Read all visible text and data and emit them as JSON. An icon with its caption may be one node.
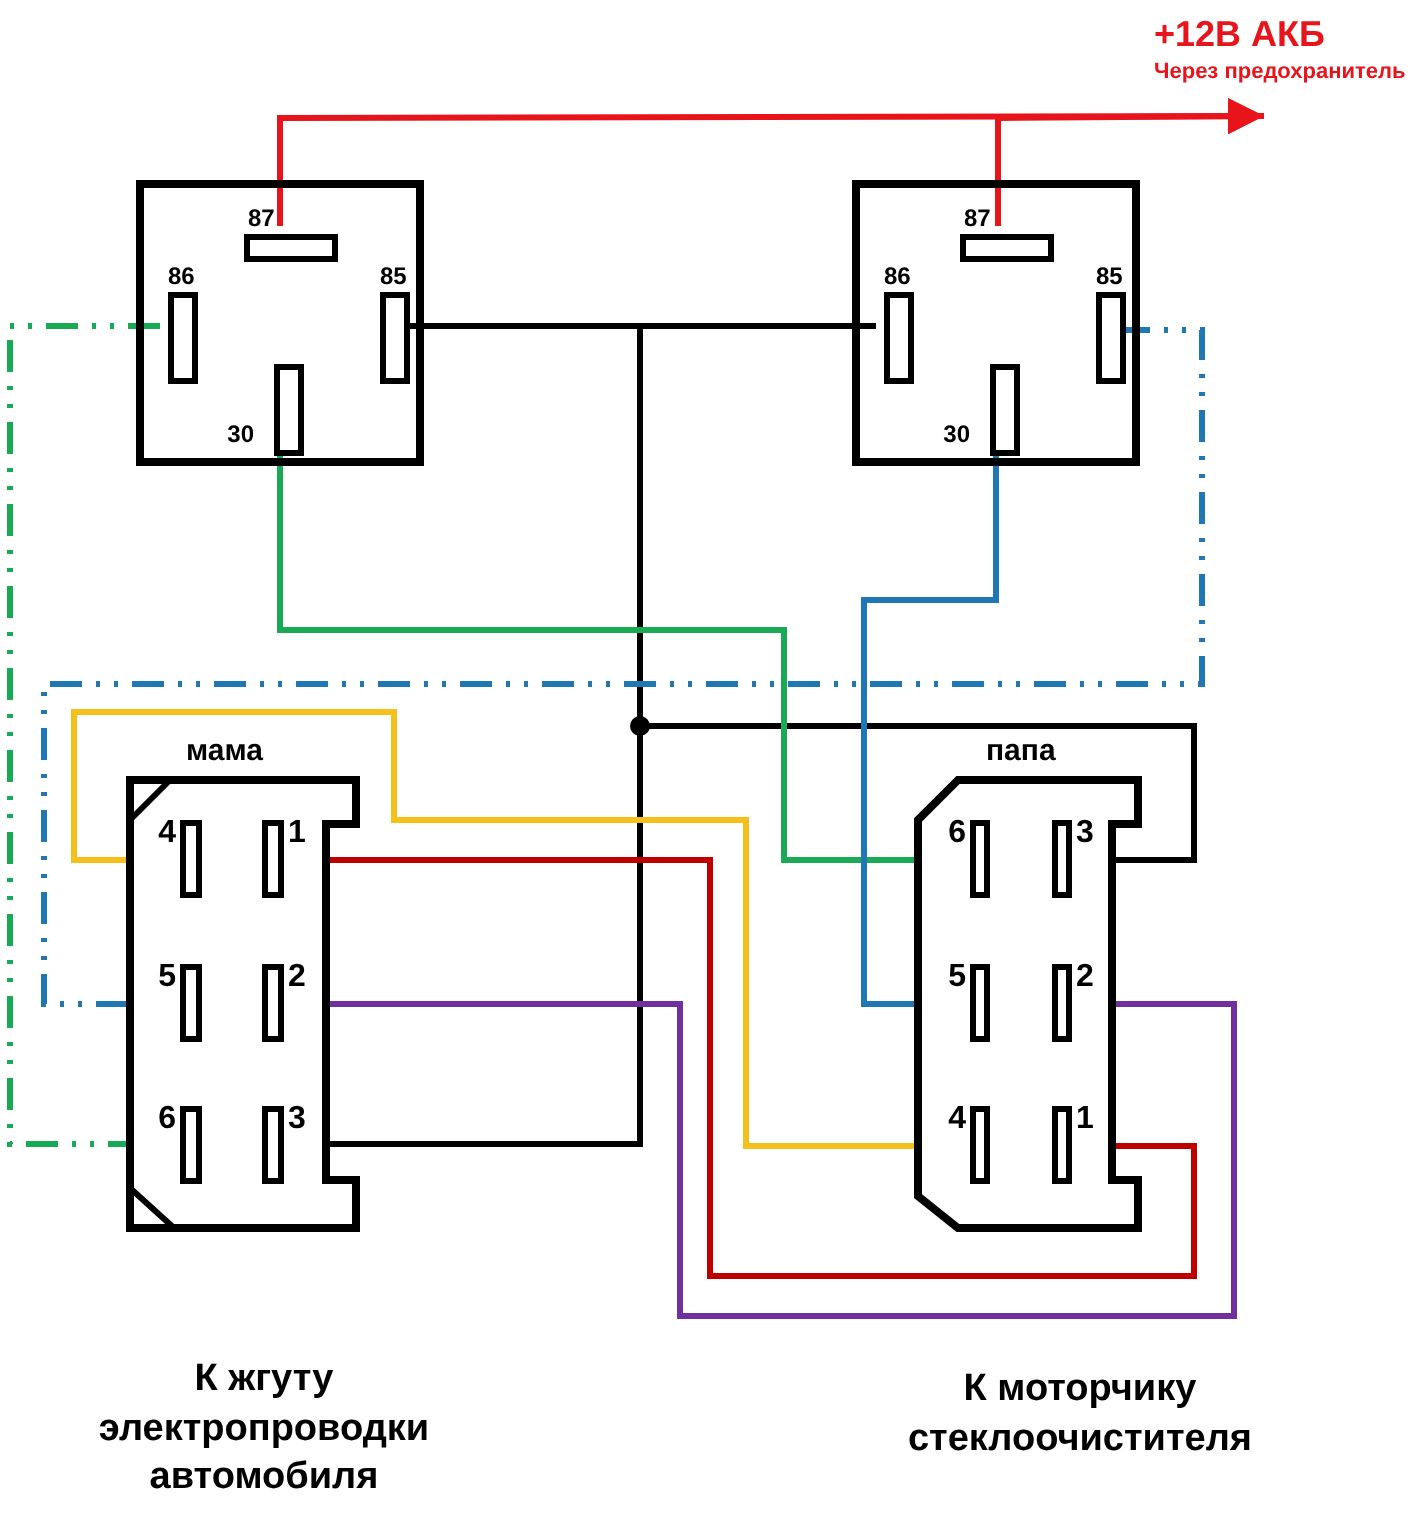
{
  "diagram": {
    "nodes": [
      {
        "text": [],
        "shape": "box"
      },
      {
        "text": [],
        "shape": "bar",
        "beside": [
          "87"
        ],
        "in": 0
      },
      {
        "text": [],
        "shape": "bar",
        "beside": [
          "86"
        ],
        "in": 0
      },
      {
        "text": [],
        "shape": "bar",
        "beside": [
          "85"
        ],
        "in": 0
      },
      {
        "text": [],
        "shape": "bar",
        "beside": [
          "30"
        ],
        "in": 0
      },
      {
        "text": [],
        "shape": "box"
      },
      {
        "text": [],
        "shape": "bar",
        "beside": [
          "87"
        ],
        "in": 5
      },
      {
        "text": [],
        "shape": "bar",
        "beside": [
          "86"
        ],
        "in": 5
      },
      {
        "text": [],
        "shape": "bar",
        "beside": [
          "85"
        ],
        "in": 5
      },
      {
        "text": [],
        "shape": "bar",
        "beside": [
          "30"
        ],
        "in": 5
      },
      {
        "text": [
          "мама"
        ]
      },
      {
        "text": [],
        "shape": "bar",
        "beside": [
          "4"
        ],
        "in": 10
      },
      {
        "text": [],
        "shape": "bar",
        "beside": [
          "1"
        ],
        "in": 10
      },
      {
        "text": [],
        "shape": "bar",
        "beside": [
          "5"
        ],
        "in": 10
      },
      {
        "text": [],
        "shape": "bar",
        "beside": [
          "2"
        ],
        "in": 10
      },
      {
        "text": [],
        "shape": "bar",
        "beside": [
          "6"
        ],
        "in": 10
      },
      {
        "text": [],
        "shape": "bar",
        "beside": [
          "3"
        ],
        "in": 10
      },
      {
        "text": [
          "папа"
        ]
      },
      {
        "text": [],
        "shape": "bar",
        "beside": [
          "6"
        ],
        "in": 17
      },
      {
        "text": [],
        "shape": "bar",
        "beside": [
          "3"
        ],
        "in": 17
      },
      {
        "text": [],
        "shape": "bar",
        "beside": [
          "5"
        ],
        "in": 17
      },
      {
        "text": [],
        "shape": "bar",
        "beside": [
          "2"
        ],
        "in": 17
      },
      {
        "text": [],
        "shape": "bar",
        "beside": [
          "4"
        ],
        "in": 17
      },
      {
        "text": [],
        "shape": "bar",
        "beside": [
          "1"
        ],
        "in": 17
      },
      {
        "text": [
          "+12В АКБ",
          "Через предохранитель"
        ]
      }
    ],
    "edges": [
      {
        "from": 1,
        "to": 24,
        "arrow": "to",
        "color": "#e8141b"
      },
      {
        "from": 6,
        "to": 24,
        "arrow": "to",
        "color": "#e8141b"
      },
      {
        "from": 3,
        "to": 7,
        "arrow": "none",
        "color": "#000000"
      },
      {
        "from": 16,
        "to": 3,
        "arrow": "none",
        "color": "#000000"
      },
      {
        "from": 19,
        "to": 3,
        "arrow": "none",
        "color": "#000000"
      },
      {
        "from": 2,
        "to": 15,
        "arrow": "none",
        "style": "dashed",
        "color": "#1aaa55"
      },
      {
        "from": 4,
        "to": 18,
        "arrow": "none",
        "color": "#1aaa55"
      },
      {
        "from": 9,
        "to": 20,
        "arrow": "none",
        "color": "#1f78b4"
      },
      {
        "from": 8,
        "to": 13,
        "arrow": "none",
        "style": "dashed",
        "color": "#1f78b4"
      },
      {
        "from": 11,
        "to": 22,
        "arrow": "none",
        "color": "#f5c01a"
      },
      {
        "from": 12,
        "to": 23,
        "arrow": "none",
        "color": "#c00000"
      },
      {
        "from": 14,
        "to": 21,
        "arrow": "none",
        "color": "#7030a0"
      }
    ],
    "labels": [
      "К жгуту электропроводки автомобиля",
      "К моторчику стеклоочистителя"
    ]
  }
}
